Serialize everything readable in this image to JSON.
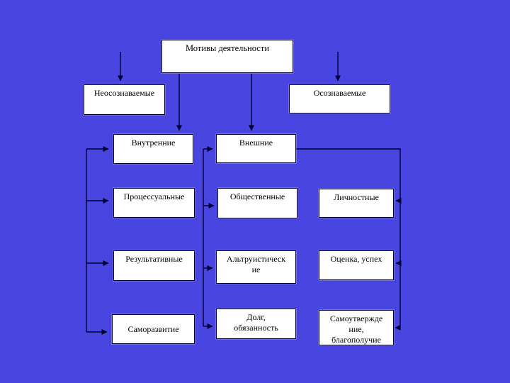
{
  "slide": {
    "background_color": "#4945e0",
    "line_color": "#000030",
    "node_fill": "#ffffff",
    "node_border": "#000022"
  },
  "diagram_title": "Мотивы деятельности",
  "nodes": {
    "root": {
      "label": "Мотивы деятельности"
    },
    "unconscious": {
      "label": "Неосознаваемые"
    },
    "conscious": {
      "label": "Осознаваемые"
    },
    "internal": {
      "label": "Внутренние"
    },
    "external": {
      "label": "Внешние"
    },
    "processual": {
      "label": "Процессуальные"
    },
    "social": {
      "label": "Общественные"
    },
    "personal": {
      "label": "Личностные"
    },
    "resultative": {
      "label": "Результативные"
    },
    "altruistic": {
      "label": "Альтруистическ\nие"
    },
    "evaluation": {
      "label": "Оценка, успех"
    },
    "self_development": {
      "label": "Саморазвитие"
    },
    "duty": {
      "label": "Долг,\nобязанность"
    },
    "self_assertion": {
      "label": "Самоутвержде\nние,\nблагополучие"
    }
  },
  "connectors": [
    {
      "type": "arrow-down",
      "to": "unconscious"
    },
    {
      "type": "arrow-down",
      "to": "conscious"
    },
    {
      "type": "arrow-down",
      "from": "root",
      "to": "internal"
    },
    {
      "type": "arrow-down",
      "from": "root",
      "to": "external"
    },
    {
      "type": "bracket-right-arrows",
      "targets": [
        "internal",
        "processual",
        "resultative",
        "self_development"
      ]
    },
    {
      "type": "bracket-right-arrows",
      "targets": [
        "external",
        "social",
        "altruistic",
        "duty"
      ]
    },
    {
      "type": "bracket-left-arrows",
      "from": "external",
      "targets": [
        "personal",
        "evaluation",
        "self_assertion"
      ]
    }
  ]
}
